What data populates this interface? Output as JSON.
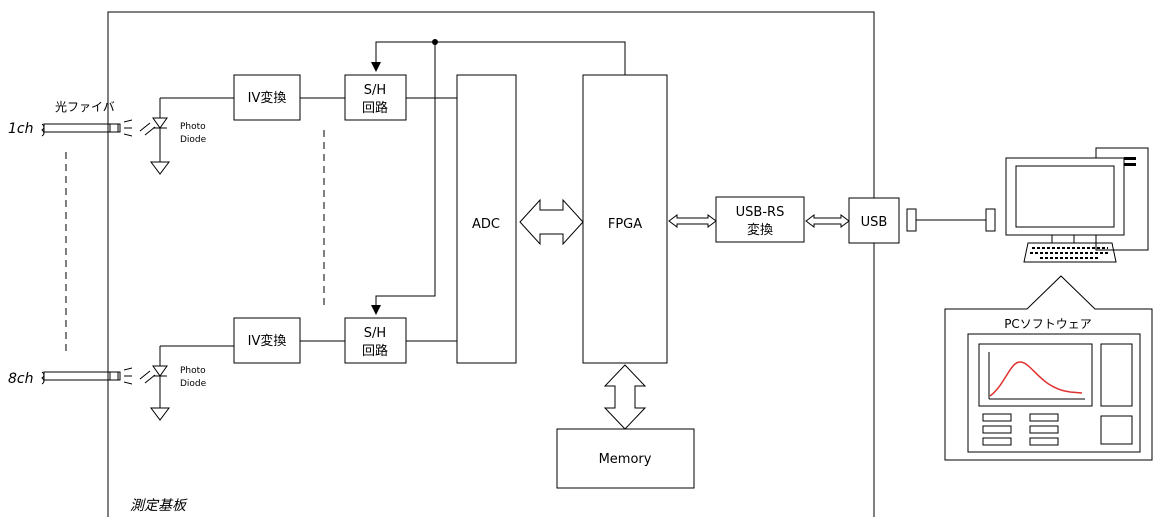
{
  "board": {
    "label": "測定基板"
  },
  "channels": {
    "fiber_label": "光ファイバ",
    "ch1": "1ch",
    "ch8": "8ch",
    "photodiode_line1": "Photo",
    "photodiode_line2": "Diode"
  },
  "blocks": {
    "iv": "IV変換",
    "sh_line1": "S/H",
    "sh_line2": "回路",
    "adc": "ADC",
    "fpga": "FPGA",
    "usbrs_line1": "USB-RS",
    "usbrs_line2": "変換",
    "usb": "USB",
    "memory": "Memory"
  },
  "pc": {
    "software_label": "PCソフトウェア"
  },
  "colors": {
    "curve": "#e03030",
    "line": "#000000"
  }
}
